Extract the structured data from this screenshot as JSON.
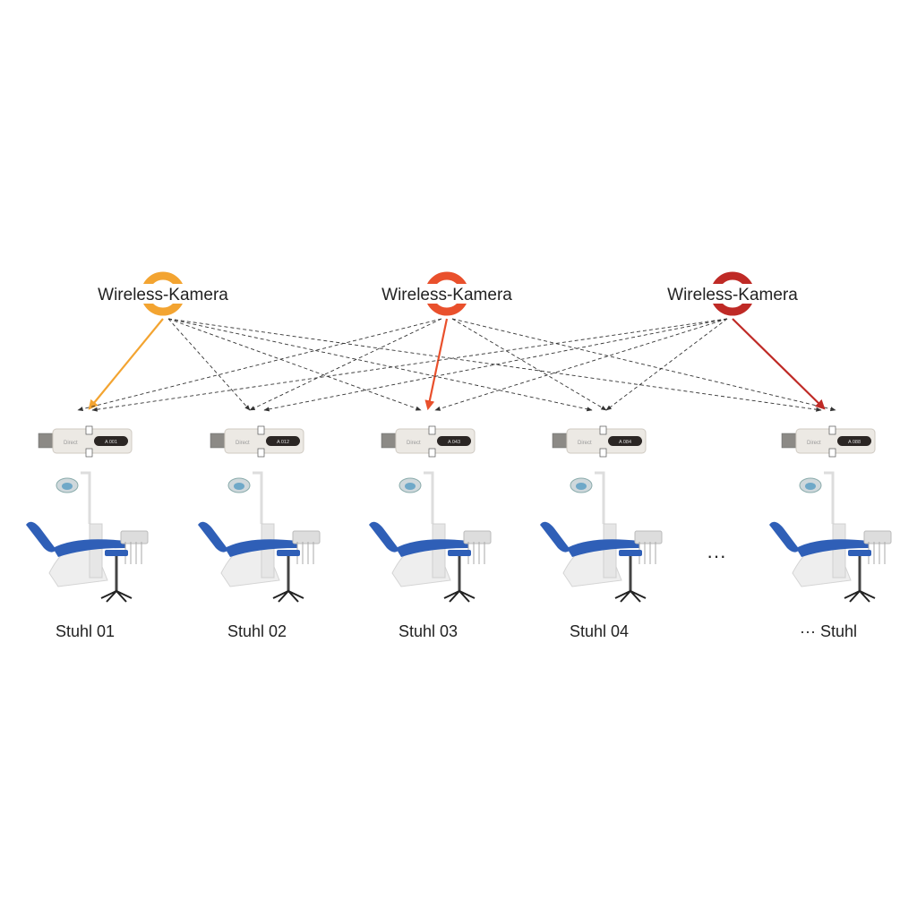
{
  "cameras": [
    {
      "label": "Wireless-Kamera",
      "color": "#f3a431",
      "target": 0
    },
    {
      "label": "Wireless-Kamera",
      "color": "#e9502c",
      "target": 2
    },
    {
      "label": "Wireless-Kamera",
      "color": "#bf2a26",
      "target": 4
    }
  ],
  "receivers": [
    {
      "brand": "Direct",
      "code": "A 001"
    },
    {
      "brand": "Direct",
      "code": "A 012"
    },
    {
      "brand": "Direct",
      "code": "A 043"
    },
    {
      "brand": "Direct",
      "code": "A 084"
    },
    {
      "brand": "Direct",
      "code": "A 088"
    }
  ],
  "chairs": [
    {
      "label": "Stuhl 01"
    },
    {
      "label": "Stuhl 02"
    },
    {
      "label": "Stuhl 03"
    },
    {
      "label": "Stuhl 04"
    },
    {
      "label": "··· Stuhl"
    }
  ],
  "ellipsis": "···",
  "colors": {
    "chair": "#2f5fb7",
    "dashed": "#333333"
  }
}
